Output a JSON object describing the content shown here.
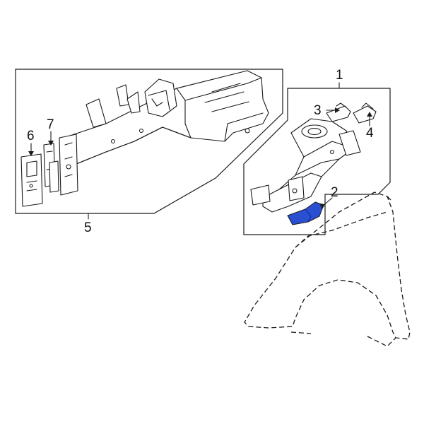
{
  "callouts": {
    "c1": "1",
    "c2": "2",
    "c3": "3",
    "c4": "4",
    "c5": "5",
    "c6": "6",
    "c7": "7"
  },
  "colors": {
    "highlight": "#2b4fd1",
    "line": "#1a1a1a",
    "background": "#ffffff"
  }
}
